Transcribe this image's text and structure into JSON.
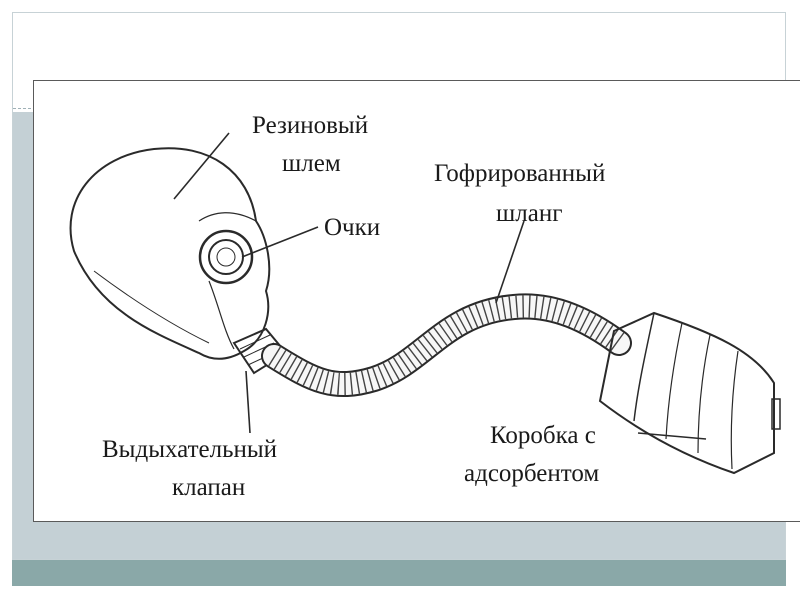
{
  "labels": {
    "helmet": [
      "Резиновый",
      "шлем"
    ],
    "goggles": "Очки",
    "hose": [
      "Гофрированный",
      "шланг"
    ],
    "valve": [
      "Выдыхательный",
      "клапан"
    ],
    "box": [
      "Коробка с",
      "адсорбентом"
    ]
  }
}
